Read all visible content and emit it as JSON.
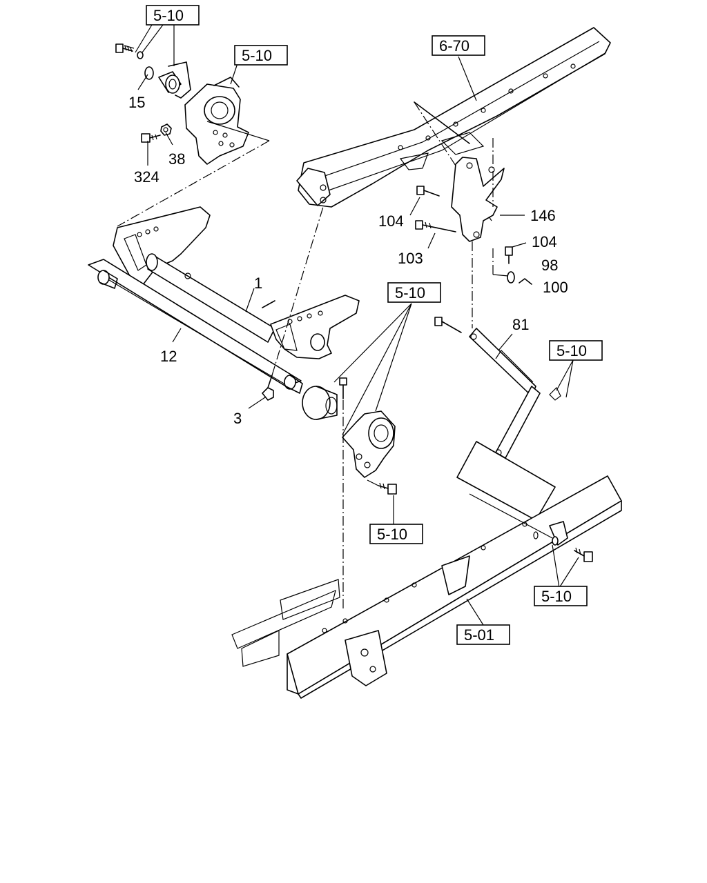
{
  "diagram": {
    "part_numbers": {
      "p15": "15",
      "p324": "324",
      "p38": "38",
      "p1": "1",
      "p12": "12",
      "p3": "3",
      "p104a": "104",
      "p103": "103",
      "p146": "146",
      "p104b": "104",
      "p98": "98",
      "p100": "100",
      "p81": "81"
    },
    "section_refs": {
      "r1": "5-10",
      "r2": "5-10",
      "r3": "6-70",
      "r4": "5-10",
      "r5": "5-10",
      "r6": "5-10",
      "r7": "5-10",
      "r8": "5-01"
    }
  }
}
